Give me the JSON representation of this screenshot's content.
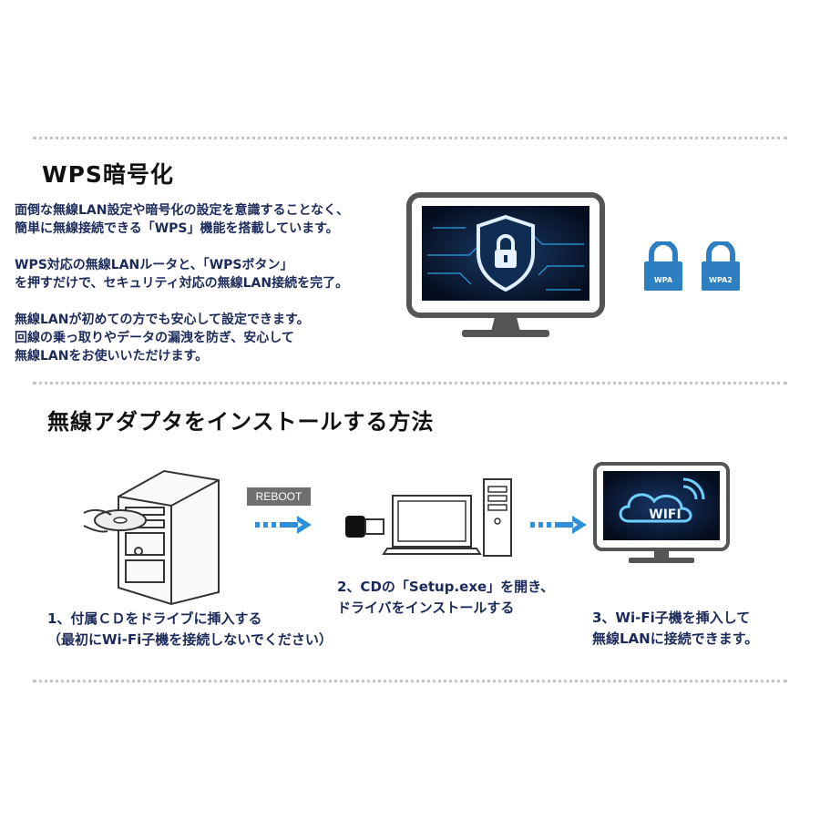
{
  "wps": {
    "title": "WPS暗号化",
    "para1": [
      "面倒な無線LAN設定や暗号化の設定を意識することなく、",
      "簡単に無線接続できる「WPS」機能を搭載しています。"
    ],
    "para2": [
      "WPS対応の無線LANルータと、「WPSボタン」",
      "を押すだけで、セキュリティ対応の無線LAN接続を完了。"
    ],
    "para3": [
      "無線LANが初めての方でも安心して設定できます。",
      "回線の乗っ取りやデータの漏洩を防ぎ、安心して",
      "無線LANをお使いいただけます。"
    ],
    "lock1_label": "WPA",
    "lock2_label": "WPA2"
  },
  "install": {
    "title": "無線アダプタをインストールする方法",
    "reboot_label": "REBOOT",
    "wifi_label": "WIFI",
    "step1": [
      "1、付属ＣＤをドライブに挿入する",
      "（最初にWi-Fi子機を接続しないでください）"
    ],
    "step2": [
      "2、CDの「Setup.exe」を開き、",
      "ドライバをインストールする"
    ],
    "step3": [
      "3、Wi-Fi子機を挿入して",
      "無線LANに接続できます。"
    ]
  },
  "colors": {
    "accent": "#2f8fd8",
    "text": "#1b2a5a",
    "lock": "#2e7fc2",
    "divider": "#c4c4c4"
  }
}
